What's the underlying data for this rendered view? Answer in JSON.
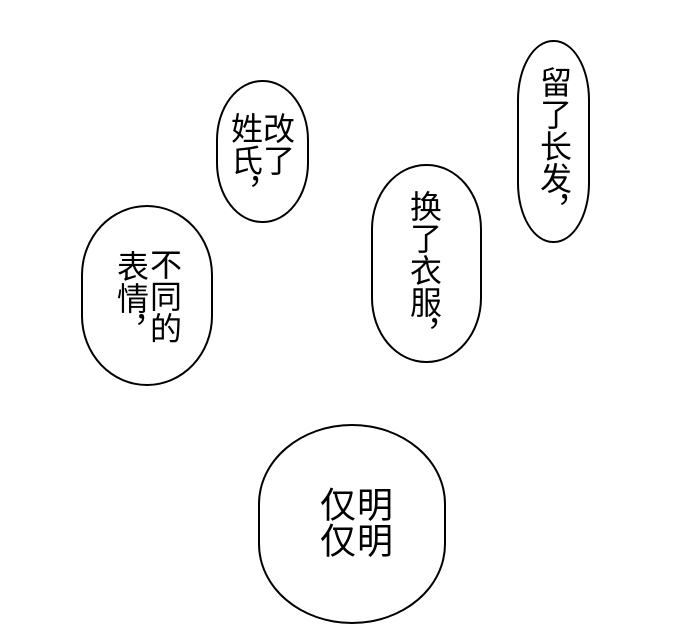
{
  "bubbles": [
    {
      "id": "surname",
      "columns": [
        "改了",
        "姓氏，"
      ]
    },
    {
      "id": "hair",
      "columns": [
        "留了长发，"
      ]
    },
    {
      "id": "clothes",
      "columns": [
        "换了衣服，"
      ]
    },
    {
      "id": "expression",
      "columns": [
        "不同的",
        "表情，"
      ]
    },
    {
      "id": "bottom",
      "columns": [
        "明明",
        "仅仅"
      ]
    }
  ]
}
